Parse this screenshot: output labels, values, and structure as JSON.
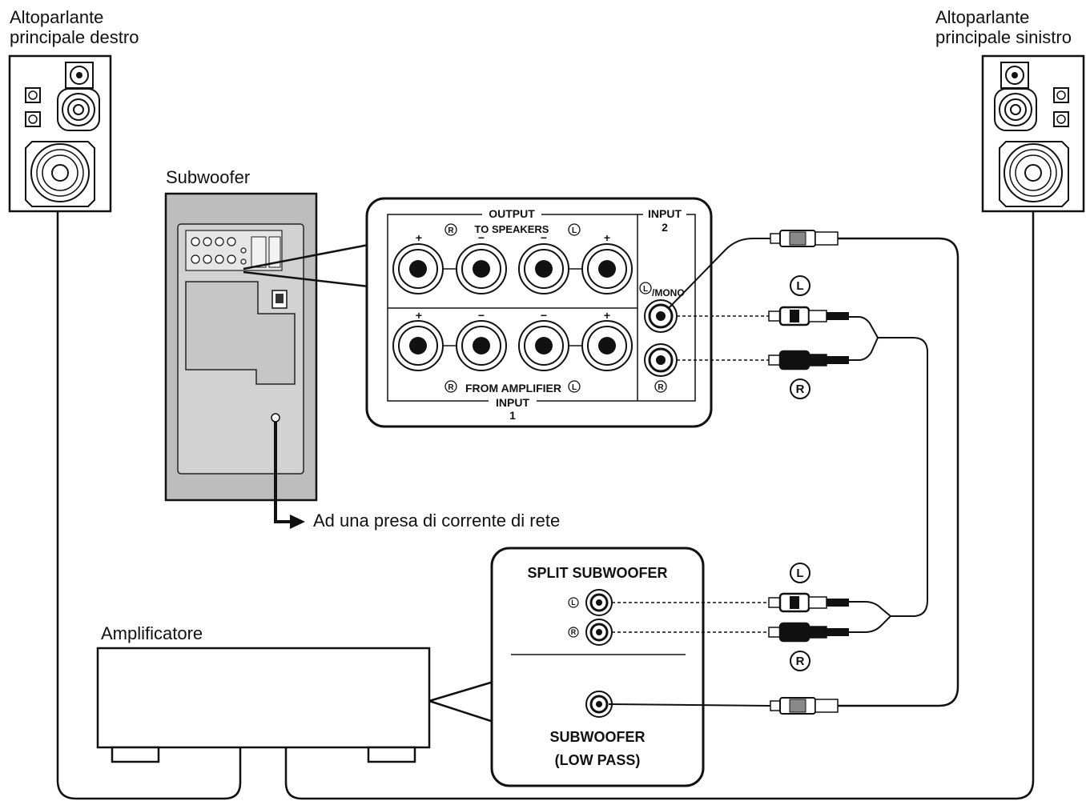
{
  "labels": {
    "right_speaker_line1": "Altoparlante",
    "right_speaker_line2": "principale destro",
    "left_speaker_line1": "Altoparlante",
    "left_speaker_line2": "principale sinistro",
    "subwoofer": "Subwoofer",
    "mains_outlet": "Ad una presa di corrente di rete",
    "amplifier": "Amplificatore"
  },
  "sub_panel": {
    "output": "OUTPUT",
    "to_speakers": "TO SPEAKERS",
    "input2_title": "INPUT",
    "input2_num": "2",
    "mono": "/MONO",
    "from_amplifier": "FROM AMPLIFIER",
    "input1_title": "INPUT",
    "input1_num": "1",
    "plus": "+",
    "minus": "−",
    "R": "R",
    "L": "L"
  },
  "amp_panel": {
    "split_subwoofer": "SPLIT SUBWOOFER",
    "subwoofer": "SUBWOOFER",
    "low_pass": "(LOW PASS)",
    "L": "L",
    "R": "R"
  },
  "cable_markers": {
    "L": "L",
    "R": "R"
  }
}
